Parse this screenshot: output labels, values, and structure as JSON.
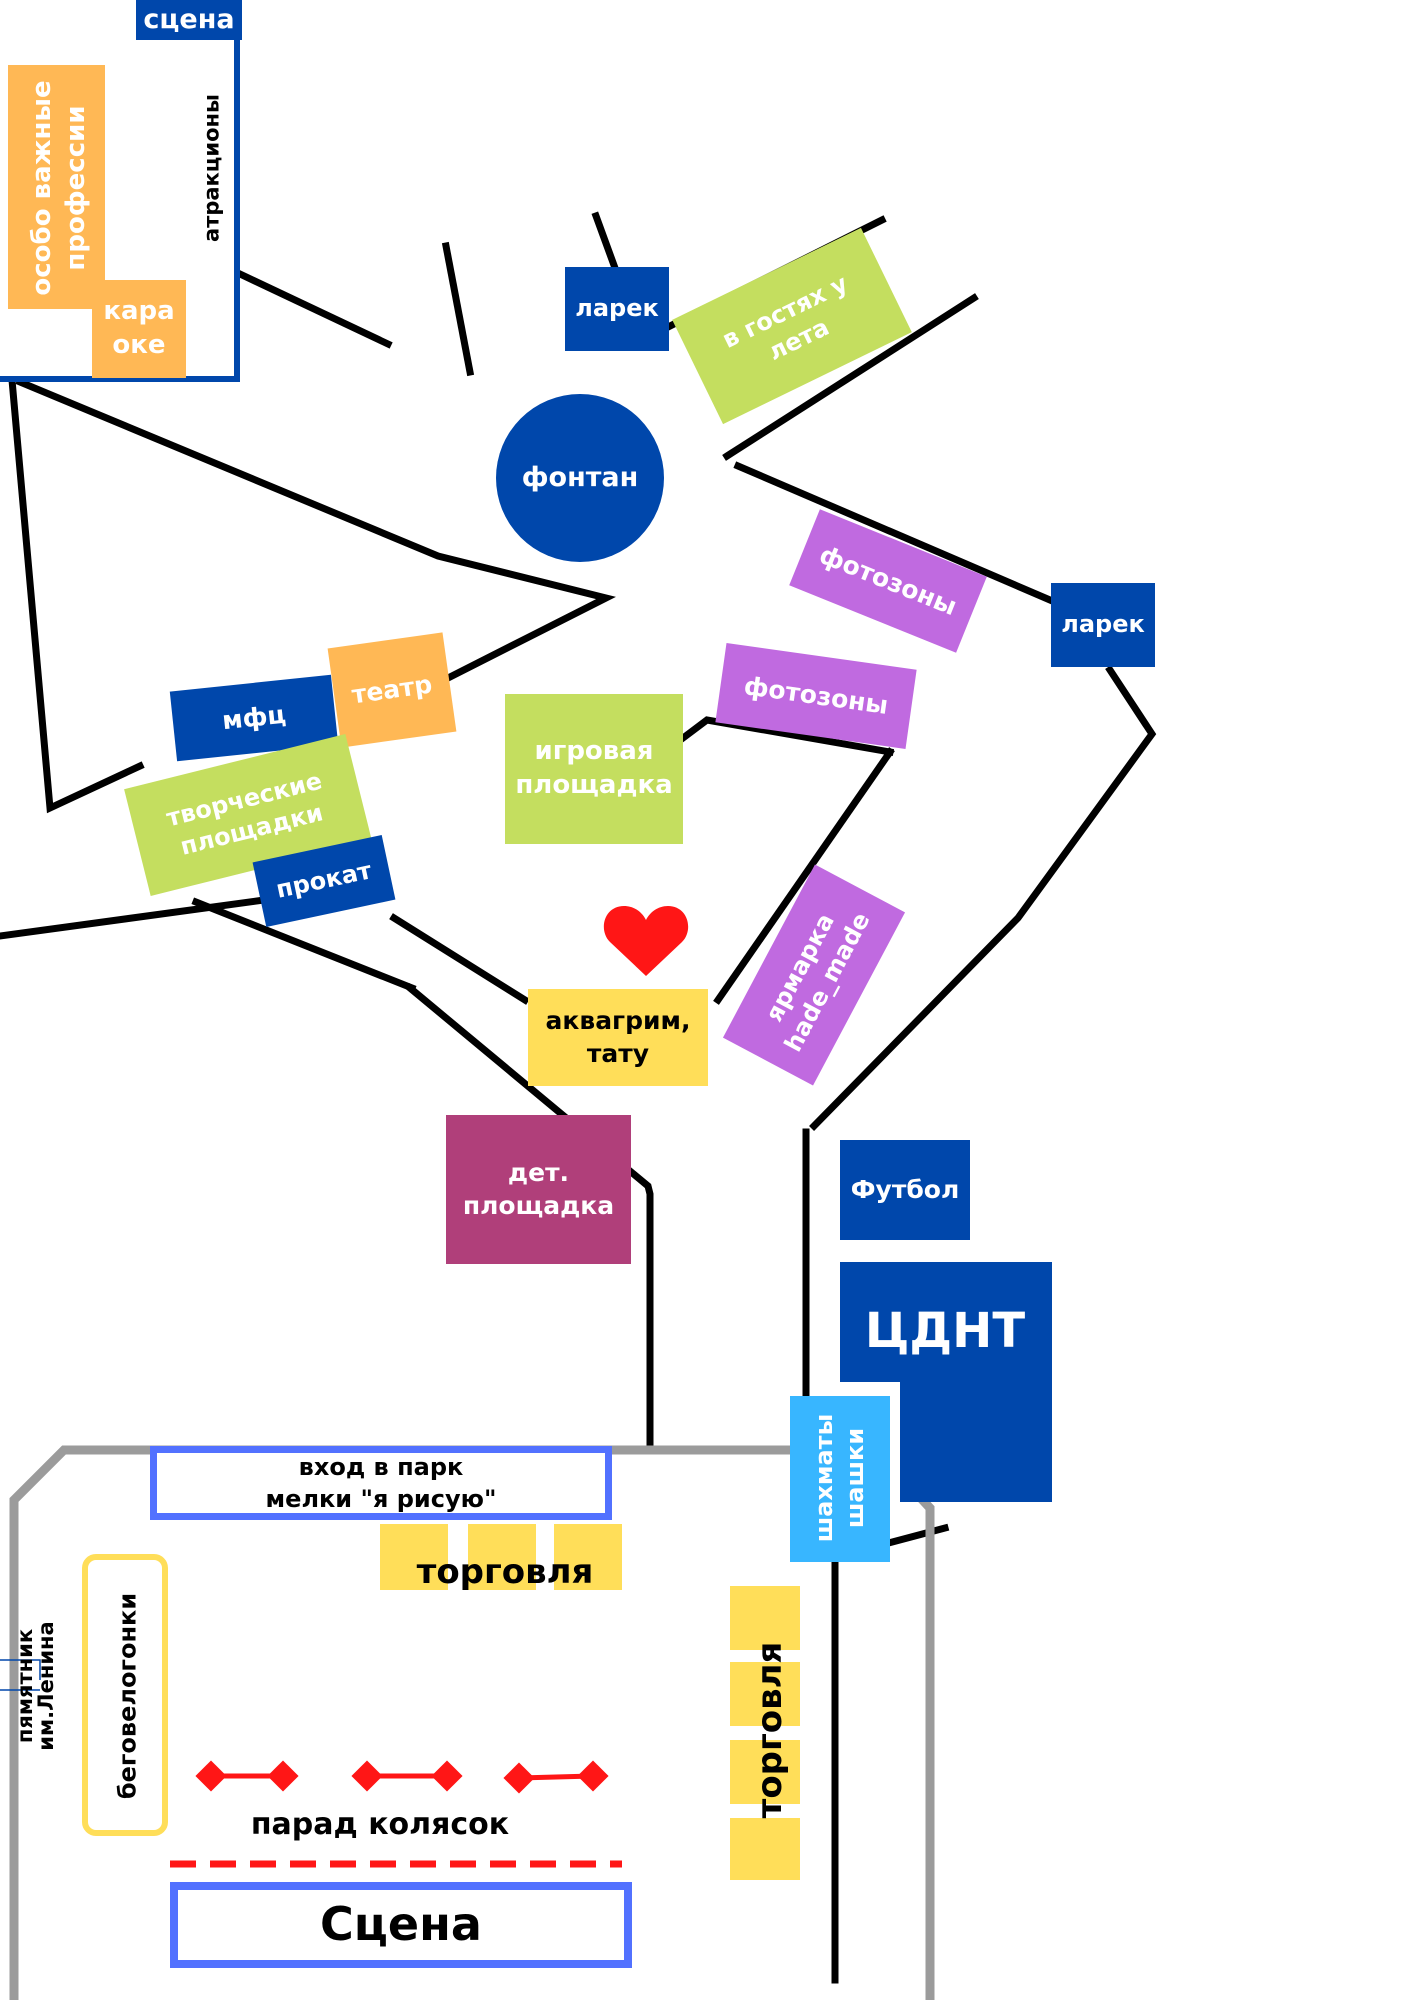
{
  "colors": {
    "blue": "#0047AB",
    "orange": "#FFB855",
    "green": "#C4DE5F",
    "purple": "#C06AE0",
    "yellow": "#FFDE59",
    "magenta": "#B03F7A",
    "light_blue": "#38B6FF",
    "outline_blue": "#5271FF",
    "heart_red": "#FF1616",
    "road": "#000000",
    "wall": "#9B9B9B"
  },
  "top_left": {
    "stage": "сцена",
    "professions": [
      "особо важные",
      "профессии"
    ],
    "karaoke": [
      "кара",
      "оке"
    ],
    "attractions": "атракционы"
  },
  "zones": {
    "stall_top": "ларек",
    "summer": [
      "в гостях у",
      "лета"
    ],
    "fountain": "фонтан",
    "photo1": "фотозоны",
    "stall_right": "ларек",
    "theatre": "театр",
    "mfc": "мфц",
    "creative": [
      "творческие",
      "площадки"
    ],
    "photo2": "фотозоны",
    "playground": [
      "игровая",
      "площадка"
    ],
    "rental": "прокат",
    "fair": [
      "ярмарка",
      "hade_made"
    ],
    "aquagrim": [
      "аквагрим,",
      "тату"
    ],
    "kids": [
      "дет.",
      "площадка"
    ],
    "football": "Футбол",
    "cdnt": "ЦДНТ",
    "chess": [
      "шахматы",
      "шашки"
    ]
  },
  "bottom": {
    "entrance": [
      "вход в парк",
      "мелки \"я рисую\""
    ],
    "trade_h": "торговля",
    "trade_v": "торговля",
    "balance_bikes": "беговелогонки",
    "monument": [
      "пямятник",
      "им.Ленина"
    ],
    "parade": "парад колясок",
    "stage": "Сцена"
  }
}
